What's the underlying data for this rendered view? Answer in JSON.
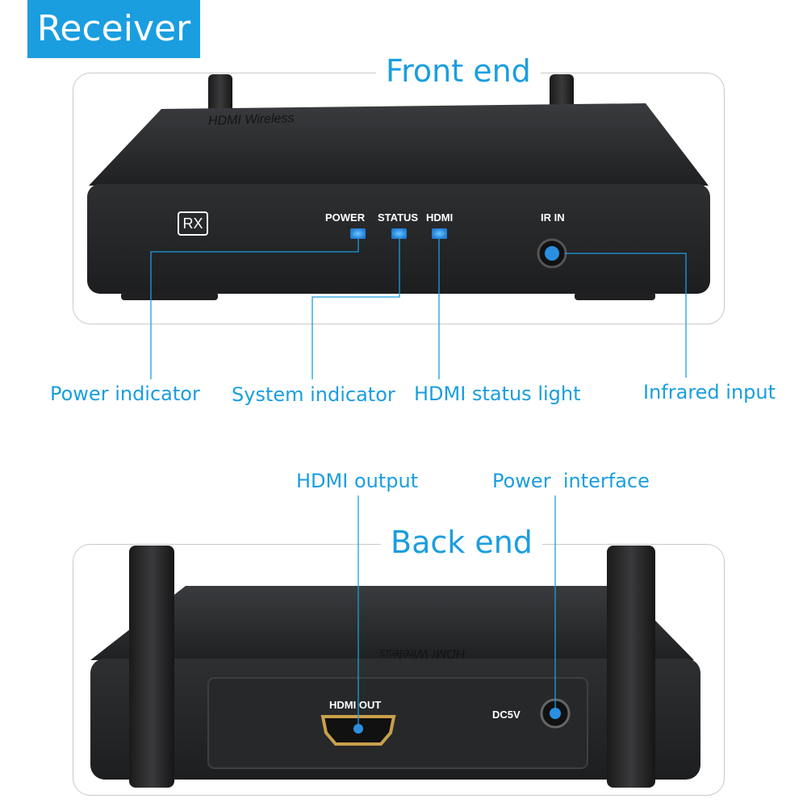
{
  "badge": {
    "text": "Receiver"
  },
  "front": {
    "title": "Front end",
    "panel": {
      "rx": "RX",
      "power": "POWER",
      "status": "STATUS",
      "hdmi": "HDMI",
      "ir_in": "IR IN",
      "engraved": "HDMI Wireless"
    },
    "callouts": {
      "power_indicator": "Power indicator",
      "system_indicator": "System indicator",
      "hdmi_status": "HDMI status light",
      "infrared": "Infrared input"
    }
  },
  "back": {
    "title": "Back end",
    "panel": {
      "hdmi_out": "HDMI OUT",
      "dc5v": "DC5V",
      "engraved": "HDMI Wireless"
    },
    "callouts": {
      "hdmi_output": "HDMI output",
      "power_interface": "Power  interface"
    }
  },
  "colors": {
    "accent": "#1a9ee0",
    "device_body": "#2b2c2e",
    "led": "#2a8fe0"
  }
}
